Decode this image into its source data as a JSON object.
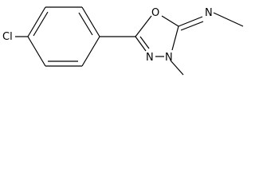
{
  "molecule": {
    "atoms": {
      "chlorine": "Cl",
      "ring_oxygen": "O",
      "ring_nitrogen_3": "N",
      "ring_nitrogen_4": "N",
      "imine_nitrogen": "N"
    },
    "colors": {
      "bond": "#000000",
      "label": "#000000",
      "background": "#ffffff"
    }
  }
}
